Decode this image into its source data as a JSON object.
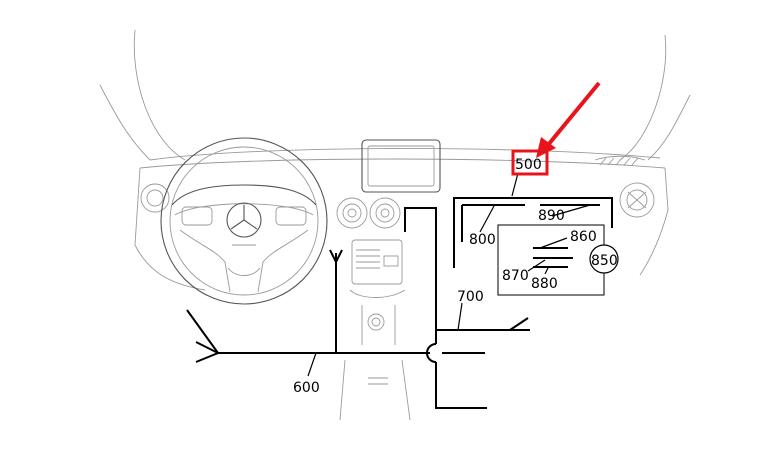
{
  "figure": {
    "labels": {
      "component_500": "500",
      "component_600": "600",
      "component_700": "700",
      "component_800": "800",
      "component_850": "850",
      "component_860": "860",
      "component_870": "870",
      "component_880": "880",
      "component_890": "890"
    },
    "highlight": {
      "target": "500",
      "color": "#e8141b"
    },
    "colors": {
      "sketch": "#9a9a9a",
      "wiring": "#000000"
    }
  }
}
